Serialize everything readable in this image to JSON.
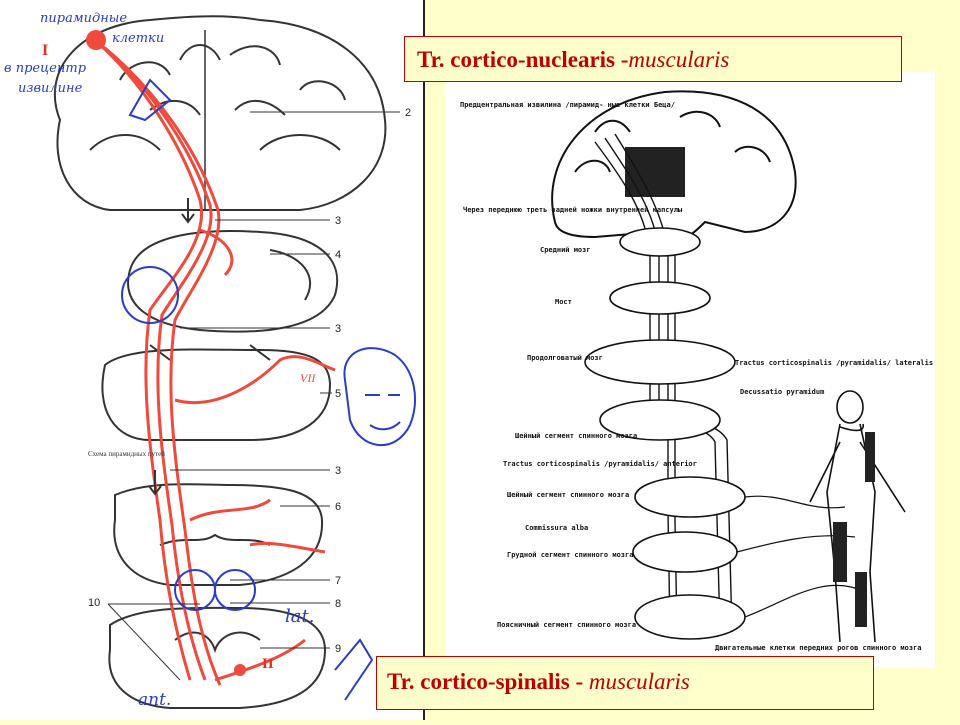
{
  "titles": {
    "top": {
      "main": "Tr. cortico-nuclearis -",
      "italic": "muscularis"
    },
    "bottom": {
      "main": "Tr. cortico-spinalis - ",
      "italic": "muscularis"
    }
  },
  "left_diagram": {
    "handwritten": {
      "cells_1": "пирамидные",
      "cells_2": "клетки",
      "roman_one": "I",
      "gyrus_1": "в прецентр",
      "gyrus_2": "извилине",
      "vii": "VII",
      "lat": "lat.",
      "ant": "ant.",
      "roman_two": "II"
    },
    "caption": "Схема пирамидных путей",
    "numbers": [
      "2",
      "3",
      "4",
      "3",
      "5",
      "3",
      "6",
      "7",
      "8",
      "9",
      "10"
    ]
  },
  "right_diagram": {
    "labels": {
      "precentral": "Предцентральная извилина /пирамид- ные клетки Беца/",
      "capsule": "Через переднюю треть задней ножки внутренней капсулы",
      "midbrain": "Средний мозг",
      "pons": "Мост",
      "medulla": "Продолговатый мозг",
      "lateral_tract": "Tractus corticospinalis /pyramidalis/ lateralis",
      "decussation": "Decussatio pyramidum",
      "cervical": "Шейный сегмент спинного мозга",
      "anterior_tract": "Tractus corticospinalis /pyramidalis/ anterior",
      "cervical2": "Шейный сегмент спинного мозга",
      "commissure": "Commissura alba",
      "thoracic": "Грудной сегмент спинного мозга",
      "lumbar": "Поясничный сегмент спинного мозга",
      "motor_cells": "Двигательные клетки передних рогов спинного мозга"
    }
  },
  "colors": {
    "title_red": "#c00000",
    "pathway_red": "#ef4a3c",
    "pen_blue": "#2a3cc8",
    "slide_bg": "#ffffcc"
  }
}
